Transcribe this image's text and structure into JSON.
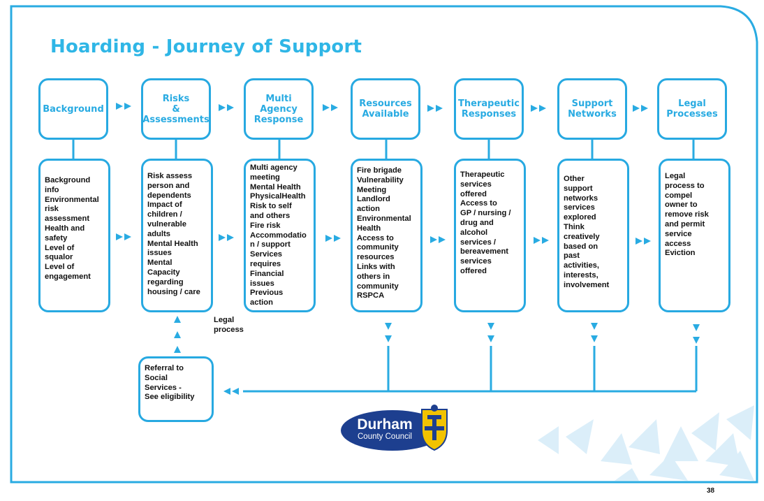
{
  "title": "Hoarding - Journey of Support",
  "stages": [
    {
      "heading": "Background",
      "details": "Background\ninfo\nEnvironmental\nrisk\nassessment\nHealth and\nsafety\nLevel of\nsqualor\nLevel of\nengagement"
    },
    {
      "heading": "Risks\n&\nAssessments",
      "details": "Risk assess\nperson and\ndependents\nImpact of\nchildren /\nvulnerable\nadults\nMental Health\nissues\nMental\nCapacity\nregarding\nhousing / care"
    },
    {
      "heading": "Multi\nAgency\nResponse",
      "details": "Multi agency\nmeeting\nMental Health\nPhysicalHealth\nRisk to self\nand others\nFire risk\nAccommodatio\nn / support\nServices\nrequires\nFinancial\nissues\nPrevious\naction"
    },
    {
      "heading": "Resources\nAvailable",
      "details": "Fire brigade\nVulnerability\nMeeting\nLandlord\naction\nEnvironmental\nHealth\nAccess to\ncommunity\nresources\nLinks with\nothers in\ncommunity\nRSPCA"
    },
    {
      "heading": "Therapeutic\nResponses",
      "details": "Therapeutic\nservices\noffered\nAccess to\nGP / nursing /\ndrug and\nalcohol\nservices /\nbereavement\nservices\noffered"
    },
    {
      "heading": "Support\nNetworks",
      "details": "Other\nsupport\nnetworks\nservices\nexplored\nThink\ncreatively\nbased on\npast\nactivities,\ninterests,\ninvolvement"
    },
    {
      "heading": "Legal\nProcesses",
      "details": "Legal\nprocess to\ncompel\nowner to\nremove risk\nand permit\nservice\naccess\nEviction"
    }
  ],
  "referral": "Referral to\nSocial\nServices -\nSee eligibility",
  "legal_process_label": "Legal\nprocess",
  "logo": {
    "name": "Durham",
    "subtitle": "County Council"
  },
  "page_number": "38",
  "colors": {
    "accent": "#29abe2",
    "border": "#27a9e1",
    "logo_navy": "#1d3f8f"
  }
}
